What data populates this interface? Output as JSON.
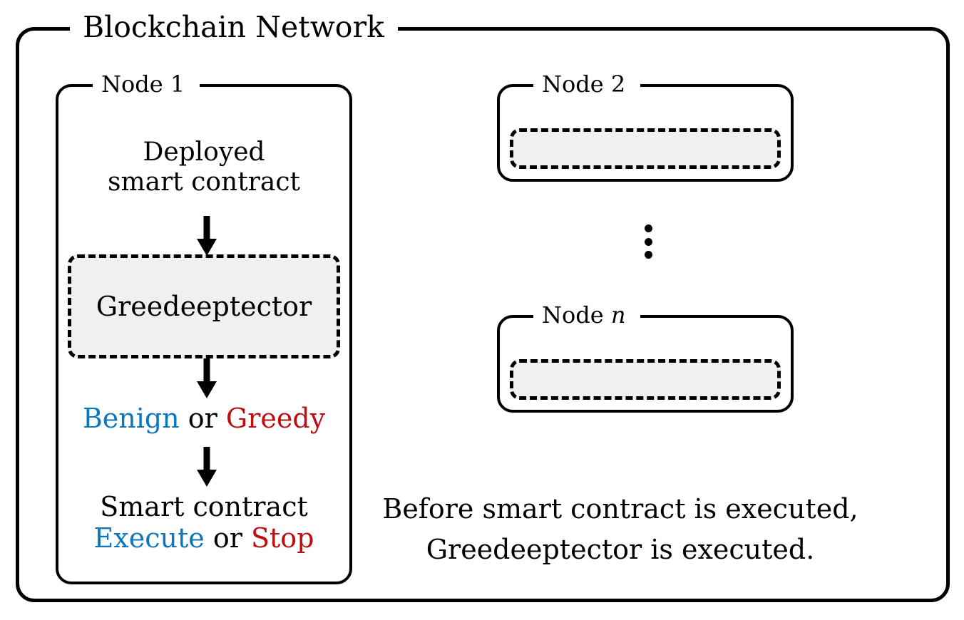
{
  "diagram": {
    "title": "Blockchain Network",
    "outer_frame_label": "Blockchain Network",
    "nodes": [
      {
        "label": "Node 1",
        "module_label": "Greedeeptector"
      },
      {
        "label": "Node 2",
        "module_label": ""
      },
      {
        "label": "Node n",
        "module_label": ""
      }
    ],
    "node1": {
      "frame_label": "Node 1",
      "input_line1": "Deployed",
      "input_line2": "smart contract",
      "module_label": "Greedeeptector",
      "verdict": {
        "benign": "Benign",
        "conjunction": "or",
        "greedy": "Greedy"
      },
      "outcome": {
        "heading": "Smart contract",
        "execute": "Execute",
        "conjunction": "or",
        "stop": "Stop"
      }
    },
    "node2": {
      "frame_label_prefix": "Node ",
      "frame_label_index": "2"
    },
    "noden": {
      "frame_label_prefix": "Node ",
      "frame_label_index": "n"
    },
    "ellipsis": "vertical-ellipsis",
    "caption": {
      "line1": "Before smart contract is executed,",
      "line2": "Greedeeptector is executed."
    },
    "colors": {
      "benign_blue": "#0e76bc",
      "greedy_red": "#c00d11",
      "module_fill": "#f0f0f0",
      "stroke": "#000000",
      "background": "#ffffff"
    }
  }
}
